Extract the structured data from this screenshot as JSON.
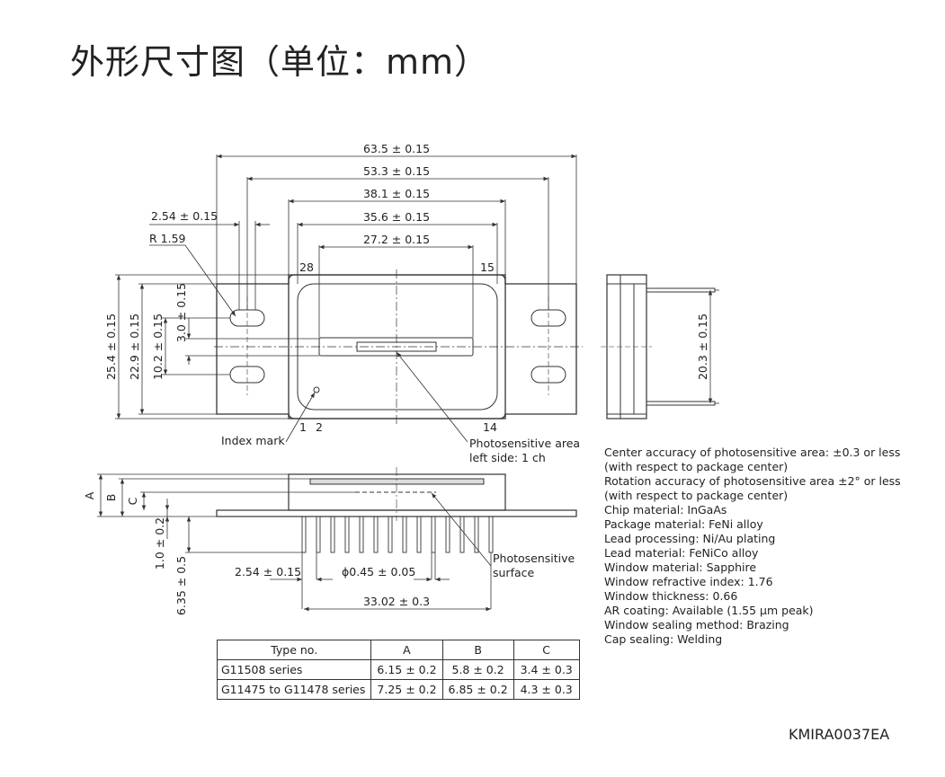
{
  "title": "外形尺寸图（单位：mm）",
  "dimensions": {
    "d63": "63.5 ± 0.15",
    "d53": "53.3 ± 0.15",
    "d38": "38.1 ± 0.15",
    "d35": "35.6 ± 0.15",
    "d27": "27.2 ± 0.15",
    "d254top": "2.54 ± 0.15",
    "r159": "R 1.59",
    "d254h": "25.4 ± 0.15",
    "d229": "22.9 ± 0.15",
    "d102": "10.2 ± 0.15",
    "d30": "3.0 ± 0.15",
    "d203": "20.3 ± 0.15",
    "d10": "1.0 ± 0.2",
    "d635": "6.35 ± 0.5",
    "d254pitch": "2.54 ± 0.15",
    "dphi": "ϕ0.45 ± 0.05",
    "d3302": "33.02 ± 0.3"
  },
  "pins": {
    "p28": "28",
    "p15": "15",
    "p1": "1",
    "p2": "2",
    "p14": "14"
  },
  "labels": {
    "index_mark": "Index mark",
    "photo_area_1": "Photosensitive area",
    "photo_area_2": "left side: 1 ch",
    "photo_surface_1": "Photosensitive",
    "photo_surface_2": "surface",
    "A": "A",
    "B": "B",
    "C": "C"
  },
  "notes": [
    "Center accuracy of photosensitive area: ±0.3 or less",
    "(with respect to package center)",
    "Rotation accuracy of photosensitive area ±2° or less",
    "(with respect to package center)",
    "Chip material: InGaAs",
    "Package material: FeNi alloy",
    "Lead processing: Ni/Au plating",
    "Lead material: FeNiCo alloy",
    "Window material: Sapphire",
    "Window refractive index: 1.76",
    "Window thickness: 0.66",
    "AR coating: Available (1.55 µm peak)",
    "Window sealing method: Brazing",
    "Cap sealing: Welding"
  ],
  "table": {
    "headers": [
      "Type no.",
      "A",
      "B",
      "C"
    ],
    "rows": [
      [
        "G11508 series",
        "6.15 ± 0.2",
        "5.8 ± 0.2",
        "3.4 ± 0.3"
      ],
      [
        "G11475 to G11478 series",
        "7.25 ± 0.2",
        "6.85 ± 0.2",
        "4.3 ± 0.3"
      ]
    ]
  },
  "drawing_code": "KMIRA0037EA"
}
